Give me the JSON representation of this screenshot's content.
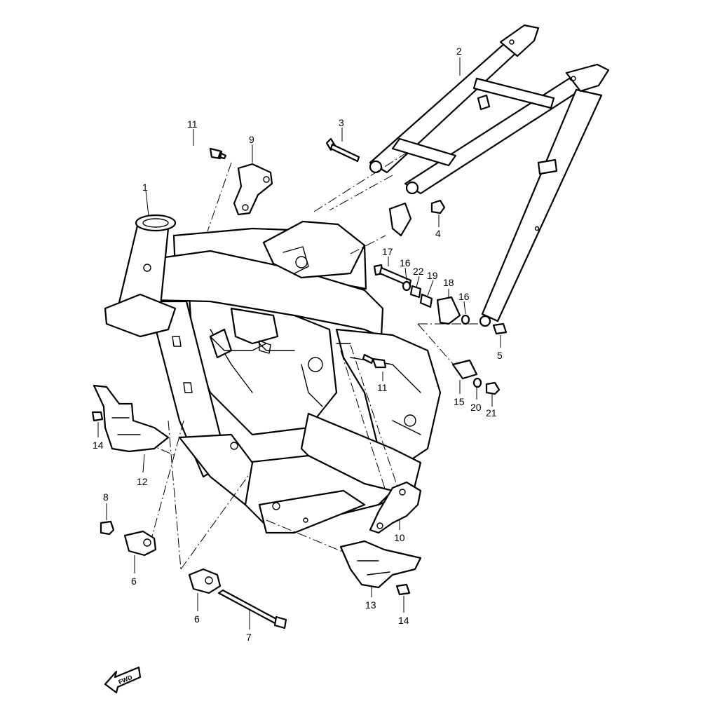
{
  "diagram": {
    "fwd_text": "FWD",
    "parts": [
      {
        "key": "p1",
        "num": "1"
      },
      {
        "key": "p2",
        "num": "2"
      },
      {
        "key": "p3",
        "num": "3"
      },
      {
        "key": "p4",
        "num": "4"
      },
      {
        "key": "p5",
        "num": "5"
      },
      {
        "key": "p6a",
        "num": "6"
      },
      {
        "key": "p6b",
        "num": "6"
      },
      {
        "key": "p7",
        "num": "7"
      },
      {
        "key": "p8",
        "num": "8"
      },
      {
        "key": "p9",
        "num": "9"
      },
      {
        "key": "p10",
        "num": "10"
      },
      {
        "key": "p11a",
        "num": "11"
      },
      {
        "key": "p11b",
        "num": "11"
      },
      {
        "key": "p12",
        "num": "12"
      },
      {
        "key": "p13",
        "num": "13"
      },
      {
        "key": "p14a",
        "num": "14"
      },
      {
        "key": "p14b",
        "num": "14"
      },
      {
        "key": "p15",
        "num": "15"
      },
      {
        "key": "p16a",
        "num": "16"
      },
      {
        "key": "p16b",
        "num": "16"
      },
      {
        "key": "p17",
        "num": "17"
      },
      {
        "key": "p18",
        "num": "18"
      },
      {
        "key": "p19",
        "num": "19"
      },
      {
        "key": "p20",
        "num": "20"
      },
      {
        "key": "p21",
        "num": "21"
      },
      {
        "key": "p22",
        "num": "22"
      }
    ]
  }
}
